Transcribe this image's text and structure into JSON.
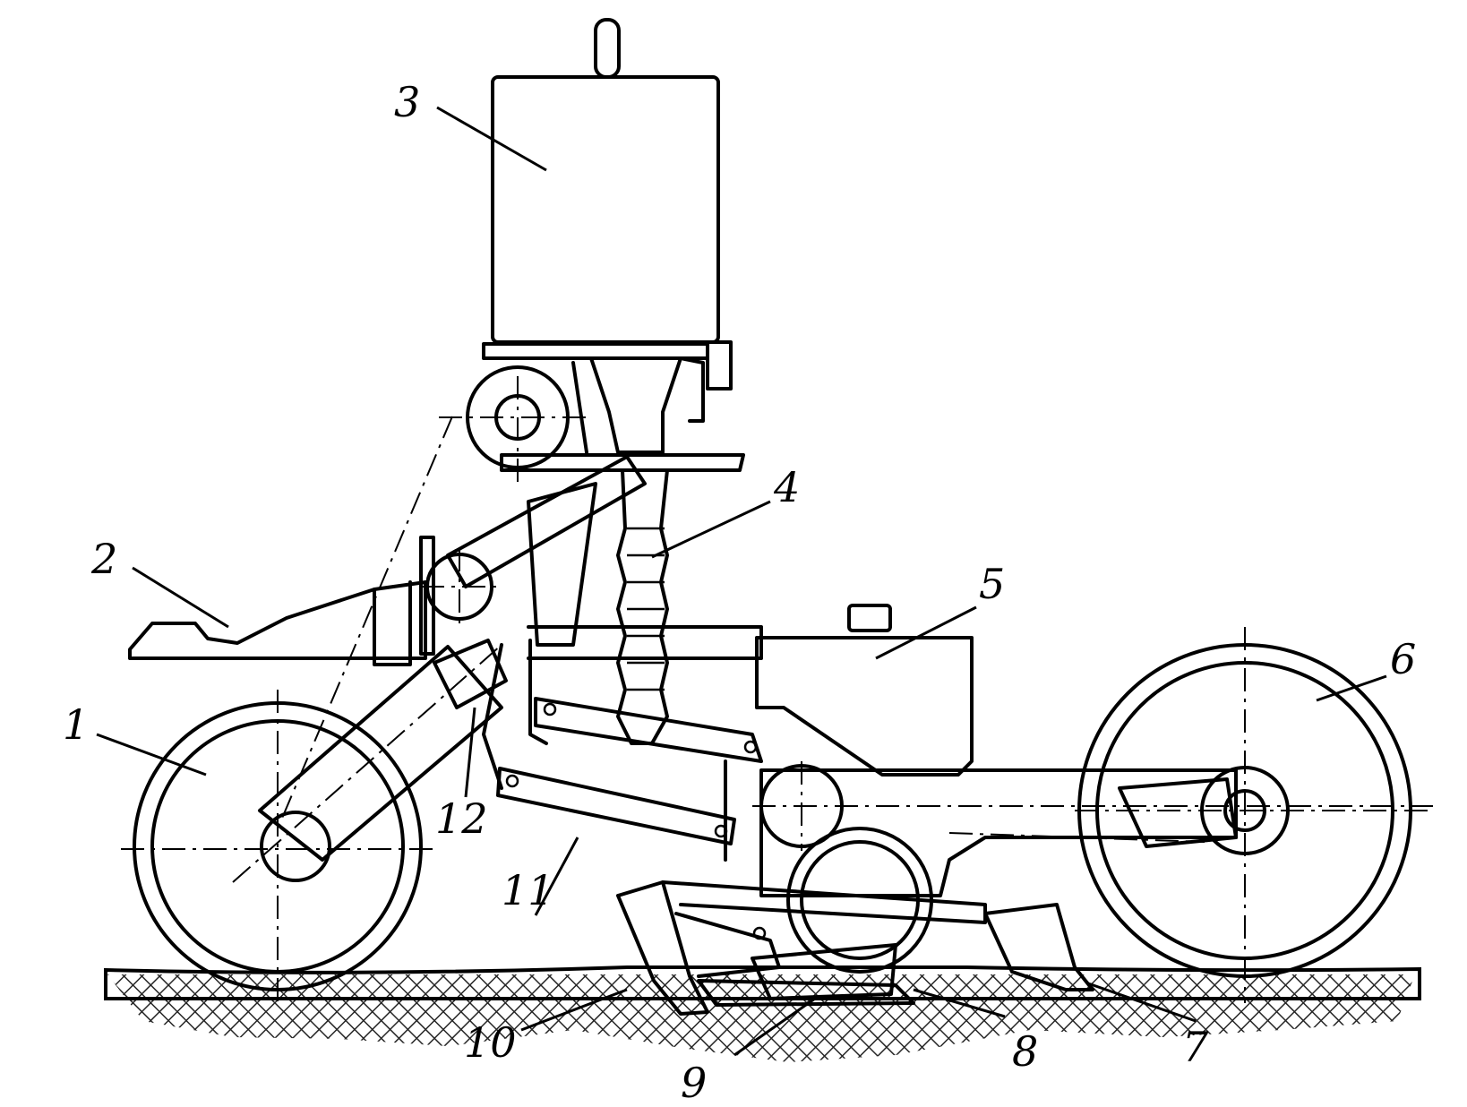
{
  "diagram": {
    "labels": {
      "wheel_front": "1",
      "frame_front": "2",
      "hopper": "3",
      "seed_tube": "4",
      "fertilizer_box": "5",
      "press_wheel": "6",
      "covering_blade": "7",
      "soil": "8",
      "fertilizer_coulter": "9",
      "seed_coulter": "10",
      "parallel_link": "11",
      "hinge": "12"
    }
  }
}
